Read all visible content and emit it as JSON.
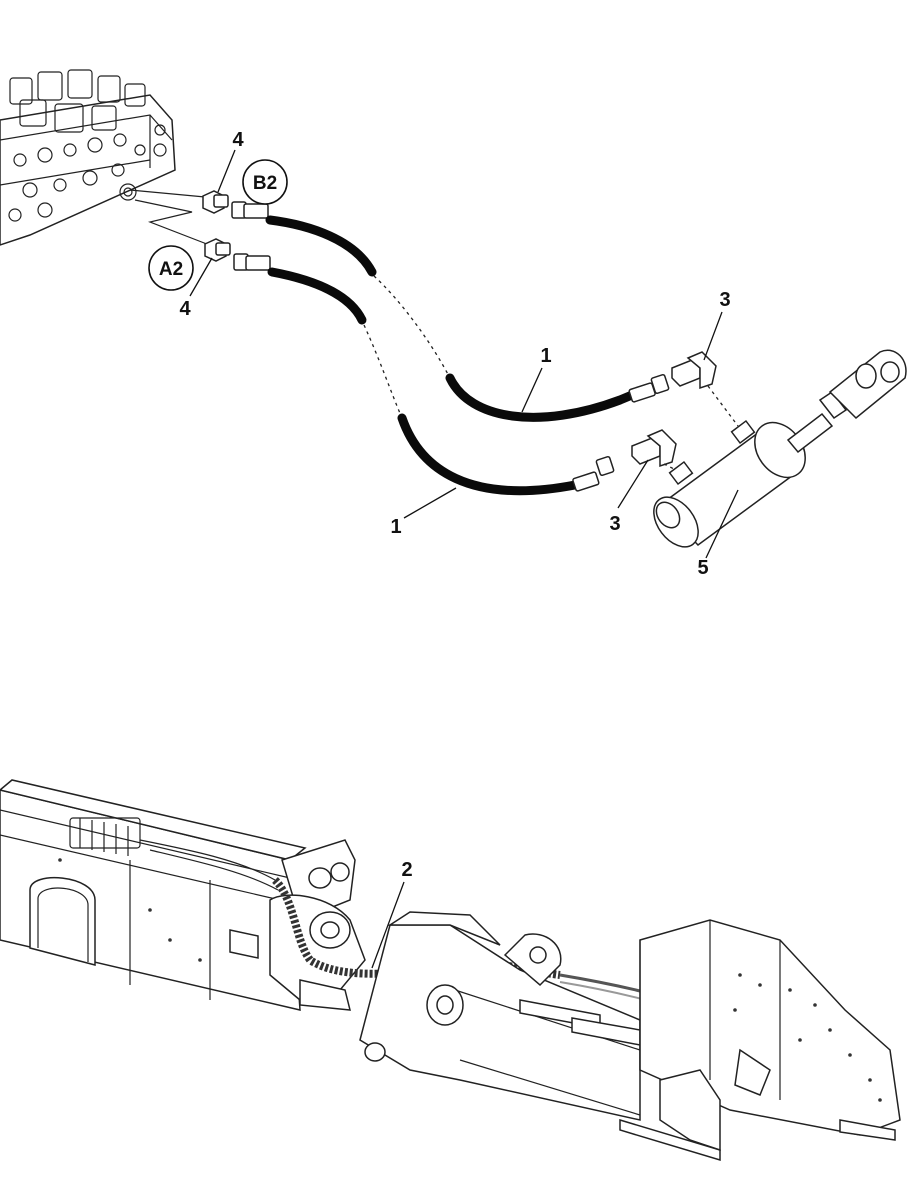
{
  "upper_view": {
    "callouts": {
      "hose_upper": "1",
      "hose_lower": "1",
      "elbow_upper": "3",
      "elbow_lower": "3",
      "adapter_upper": "4",
      "adapter_lower": "4",
      "cylinder": "5"
    },
    "ports": {
      "b2": "B2",
      "a2": "A2"
    }
  },
  "lower_view": {
    "callouts": {
      "hose_routing": "2"
    }
  }
}
